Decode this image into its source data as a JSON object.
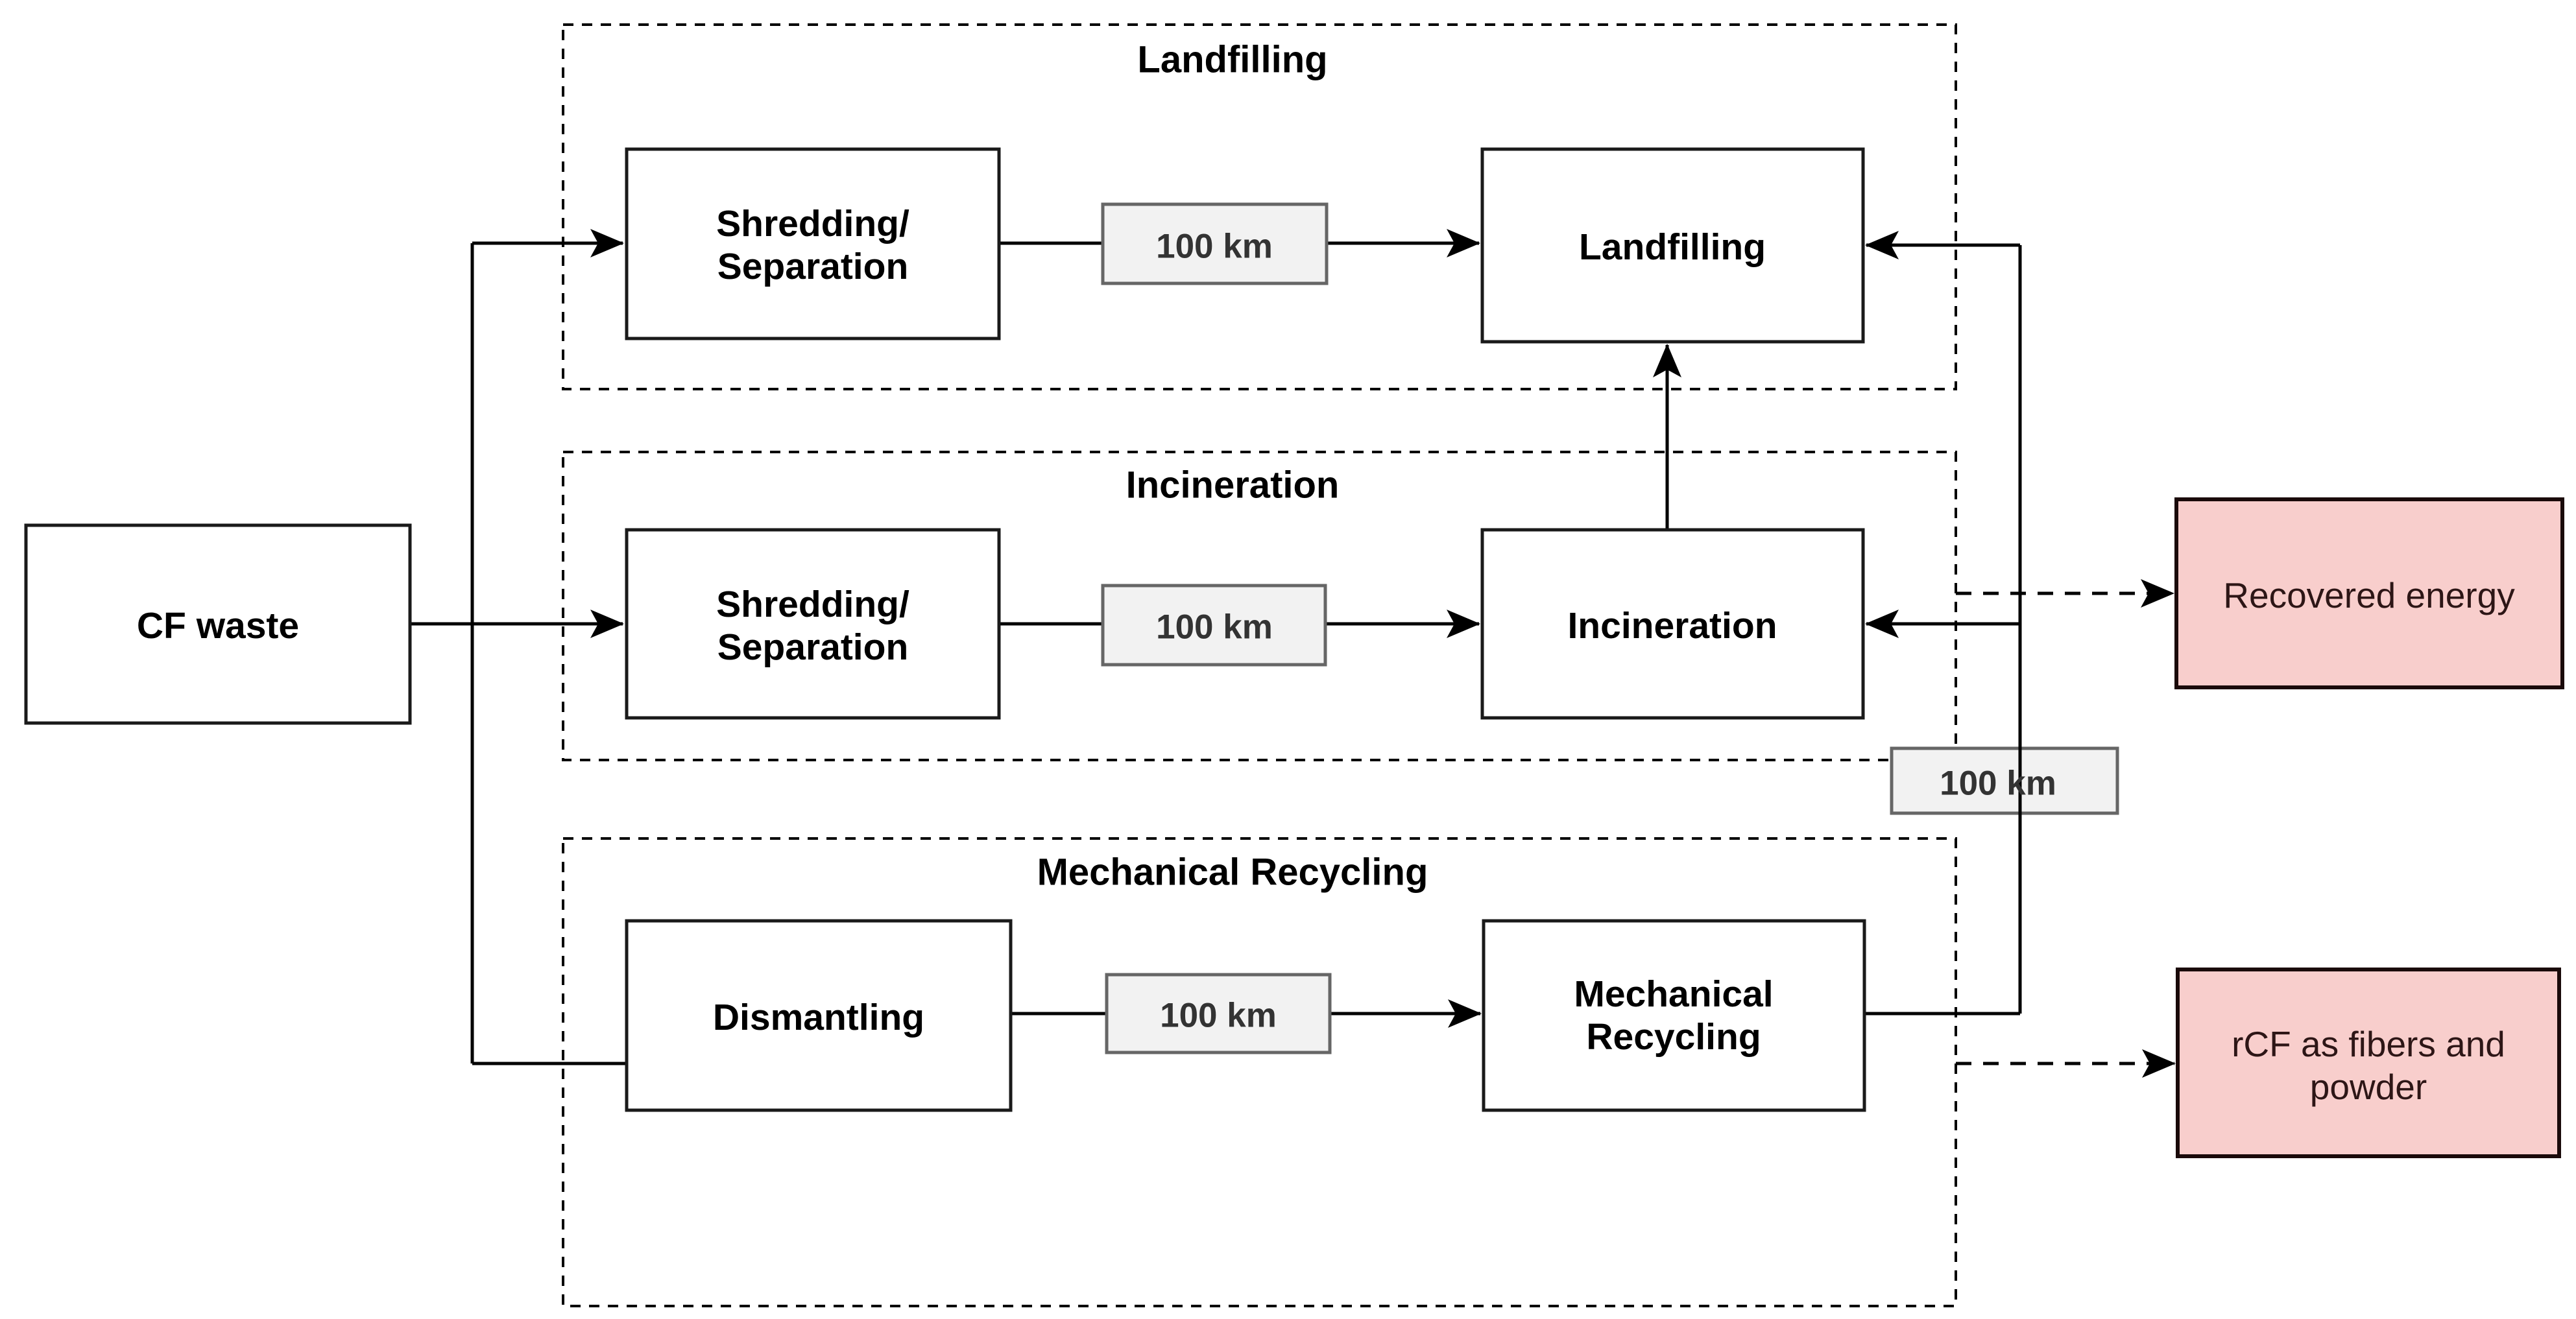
{
  "colors": {
    "line": "#000000",
    "process_fill": "#ffffff",
    "process_stroke": "#1a1a1a",
    "distance_fill": "#f2f2f2",
    "distance_stroke": "#666666",
    "distance_text": "#333333",
    "output_fill": "#f8cecc",
    "output_stroke": "#1a0a0a",
    "output_text": "#2d1616"
  },
  "source": {
    "label": "CF waste"
  },
  "pathways": {
    "landfilling": {
      "title": "Landfilling",
      "process_line1": "Shredding/",
      "process_line2": "Separation",
      "distance": "100 km",
      "terminal": "Landfilling"
    },
    "incineration": {
      "title": "Incineration",
      "process_line1": "Shredding/",
      "process_line2": "Separation",
      "distance": "100 km",
      "terminal": "Incineration"
    },
    "mechanical_recycling": {
      "title": "Mechanical Recycling",
      "process": "Dismantling",
      "distance": "100 km",
      "terminal_line1": "Mechanical",
      "terminal_line2": "Recycling"
    }
  },
  "transport": {
    "distance": "100 km"
  },
  "outputs": {
    "recovered_energy": "Recovered energy",
    "rcf_line1": "rCF as fibers and",
    "rcf_line2": "powder"
  }
}
